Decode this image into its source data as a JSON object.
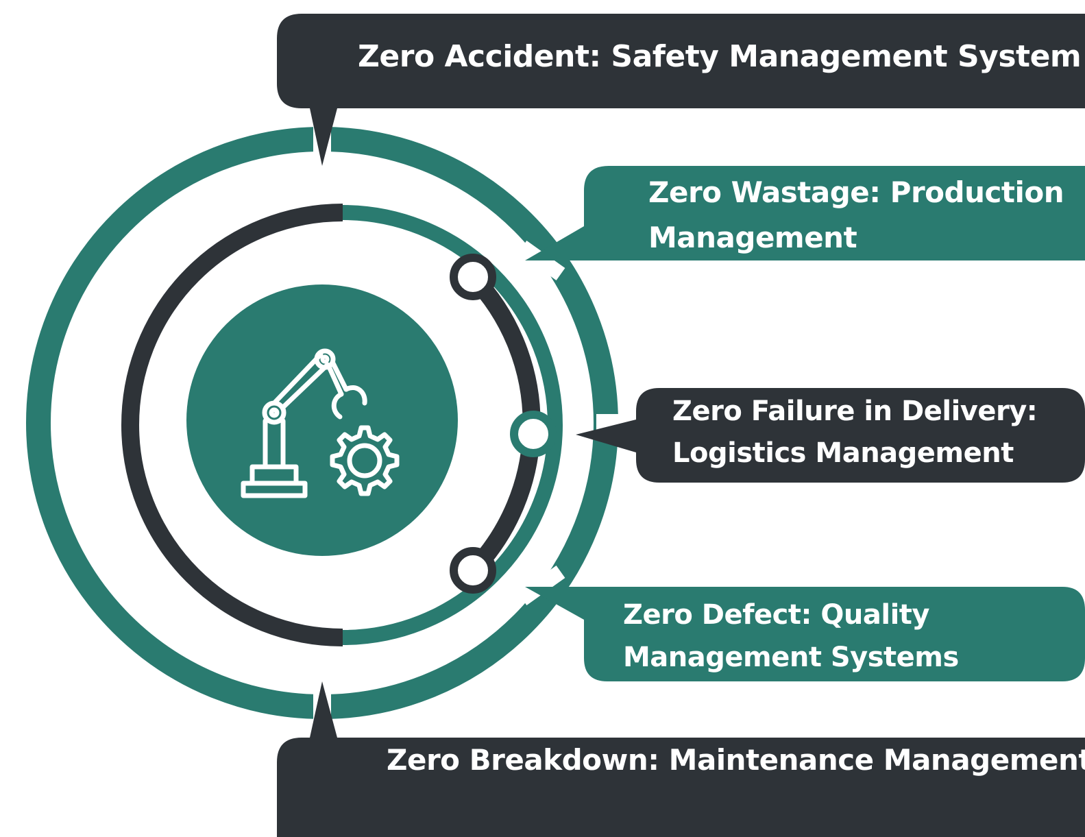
{
  "colors": {
    "teal": "#2a7b70",
    "dark": "#2e3338",
    "white": "#ffffff"
  },
  "center": {
    "icon": "robot-arm-gear-icon"
  },
  "items": [
    {
      "id": "accident",
      "lines": [
        "Zero Accident: Safety Management System"
      ],
      "color": "dark"
    },
    {
      "id": "wastage",
      "lines": [
        "Zero Wastage: Production",
        "Management"
      ],
      "color": "teal"
    },
    {
      "id": "delivery",
      "lines": [
        "Zero Failure in Delivery:",
        "Logistics Management"
      ],
      "color": "dark"
    },
    {
      "id": "defect",
      "lines": [
        "Zero Defect: Quality",
        "Management Systems"
      ],
      "color": "teal"
    },
    {
      "id": "breakdown",
      "lines": [
        "Zero Breakdown: Maintenance Management"
      ],
      "color": "dark"
    }
  ]
}
